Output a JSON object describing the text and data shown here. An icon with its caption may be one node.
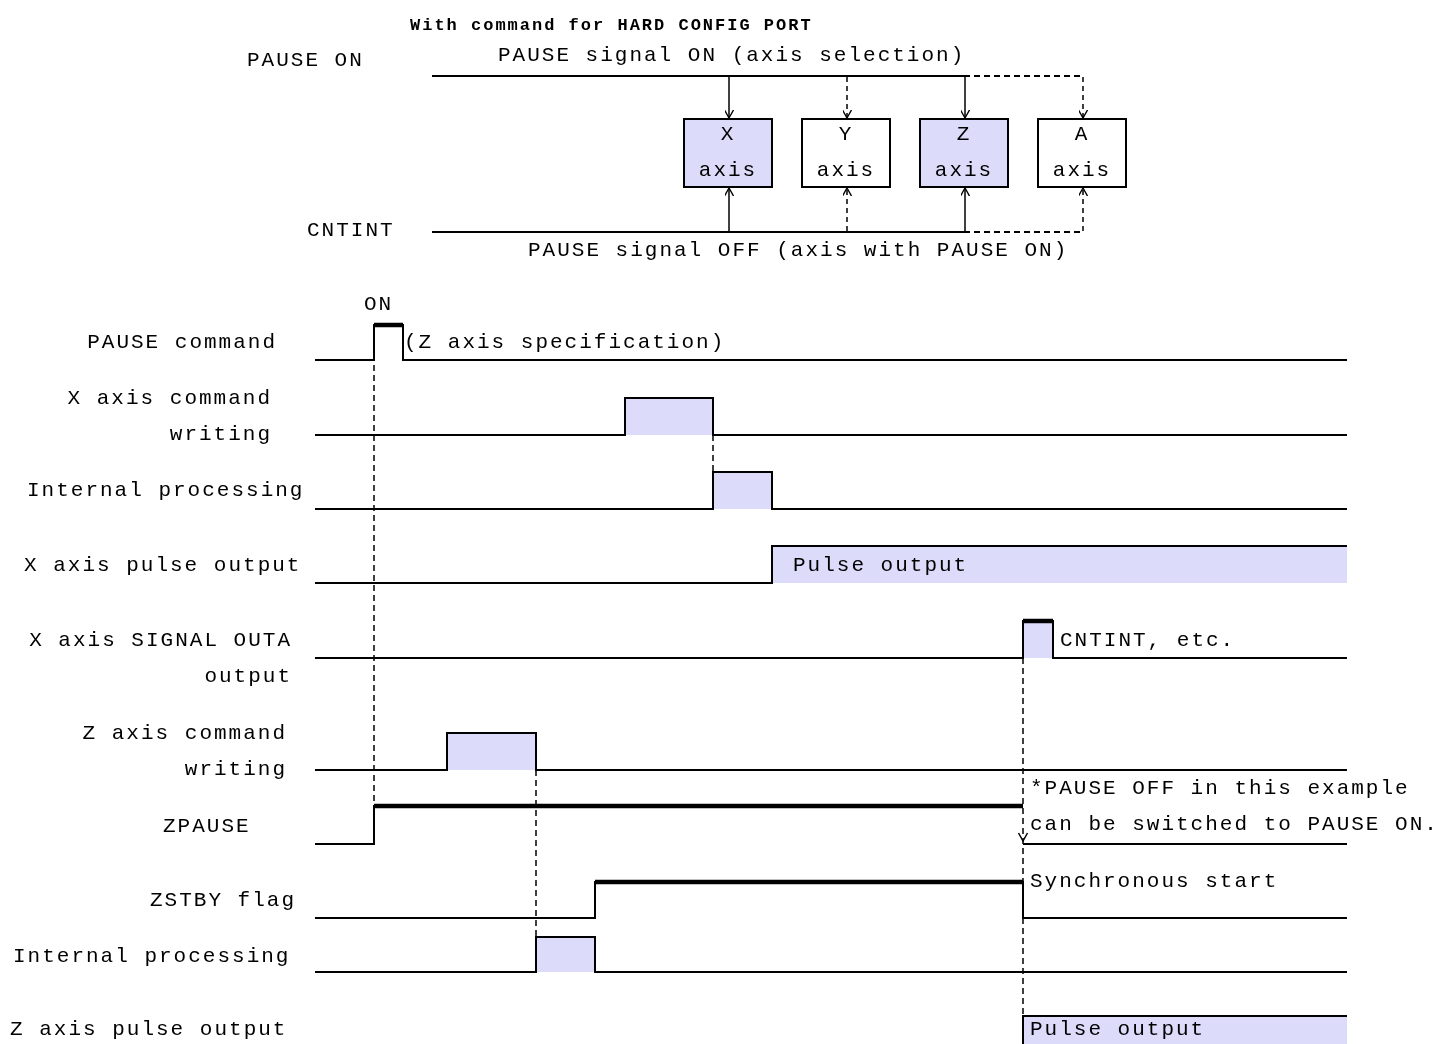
{
  "diagram": {
    "title": "With command for HARD CONFIG PORT",
    "nodes": [
      {
        "text": [
          "PAUSE signal ON (axis selection)"
        ],
        "beside": [
          "PAUSE ON"
        ]
      },
      {
        "text": [
          "X axis"
        ]
      },
      {
        "text": [
          "Y axis"
        ]
      },
      {
        "text": [
          "Z axis"
        ]
      },
      {
        "text": [
          "A axis"
        ]
      },
      {
        "text": [
          "PAUSE signal OFF (axis with PAUSE ON)"
        ],
        "beside": [
          "CNTINT"
        ]
      }
    ],
    "edges": [
      {
        "from": 0,
        "to": 1,
        "arrow": "to"
      },
      {
        "from": 0,
        "to": 2,
        "arrow": "to",
        "style": "dashed"
      },
      {
        "from": 0,
        "to": 3,
        "arrow": "to"
      },
      {
        "from": 0,
        "to": 4,
        "arrow": "to",
        "style": "dashed"
      },
      {
        "from": 5,
        "to": 1,
        "arrow": "to"
      },
      {
        "from": 5,
        "to": 2,
        "arrow": "to",
        "style": "dashed"
      },
      {
        "from": 5,
        "to": 3,
        "arrow": "to"
      },
      {
        "from": 5,
        "to": 4,
        "arrow": "to",
        "style": "dashed"
      }
    ],
    "labels": [
      "ON",
      "PAUSE command",
      "(Z axis specification)",
      "X axis command writing",
      "Internal processing",
      "X axis pulse output",
      "Pulse output",
      "X axis SIGNAL OUTA output",
      "CNTINT, etc.",
      "Z axis command writing",
      "ZPAUSE",
      "*PAUSE OFF in this example can be switched to PAUSE ON.",
      "ZSTBY flag",
      "Synchronous start",
      "Internal processing",
      "Z axis pulse output",
      "Pulse output"
    ]
  }
}
